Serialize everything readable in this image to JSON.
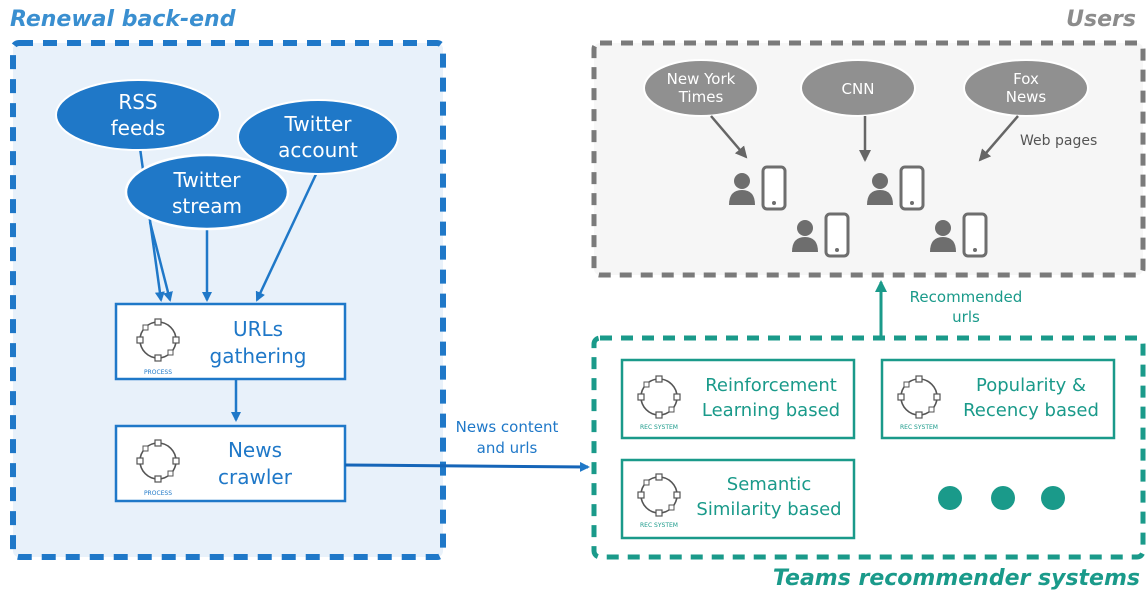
{
  "backend": {
    "title": "Renewal back-end",
    "sources": [
      {
        "line1": "RSS",
        "line2": "feeds"
      },
      {
        "line1": "Twitter",
        "line2": "stream"
      },
      {
        "line1": "Twitter",
        "line2": "account"
      }
    ],
    "processes": [
      {
        "line1": "URLs",
        "line2": "gathering",
        "caption": "PROCESS"
      },
      {
        "line1": "News",
        "line2": "crawler",
        "caption": "PROCESS"
      }
    ]
  },
  "users": {
    "title": "Users",
    "outlets": [
      {
        "line1": "New York",
        "line2": "Times"
      },
      {
        "line1": "CNN",
        "line2": ""
      },
      {
        "line1": "Fox",
        "line2": "News"
      }
    ],
    "web_pages_label": "Web pages"
  },
  "flow": {
    "news_label_1": "News content",
    "news_label_2": "and urls",
    "rec_label_1": "Recommended",
    "rec_label_2": "urls"
  },
  "teams": {
    "title": "Teams recommender systems",
    "systems": [
      {
        "line1": "Reinforcement",
        "line2": "Learning based",
        "caption": "REC SYSTEM"
      },
      {
        "line1": "Popularity &",
        "line2": "Recency based",
        "caption": "REC SYSTEM"
      },
      {
        "line1": "Semantic",
        "line2": "Similarity based",
        "caption": "REC SYSTEM"
      }
    ]
  },
  "colors": {
    "blue": "#1f78c8",
    "blue_dark": "#1565b8",
    "teal": "#1a9a8a",
    "gray": "#7a7a7a",
    "panel_blue_bg": "#e8f1fa",
    "panel_gray_bg": "#f6f6f6"
  }
}
